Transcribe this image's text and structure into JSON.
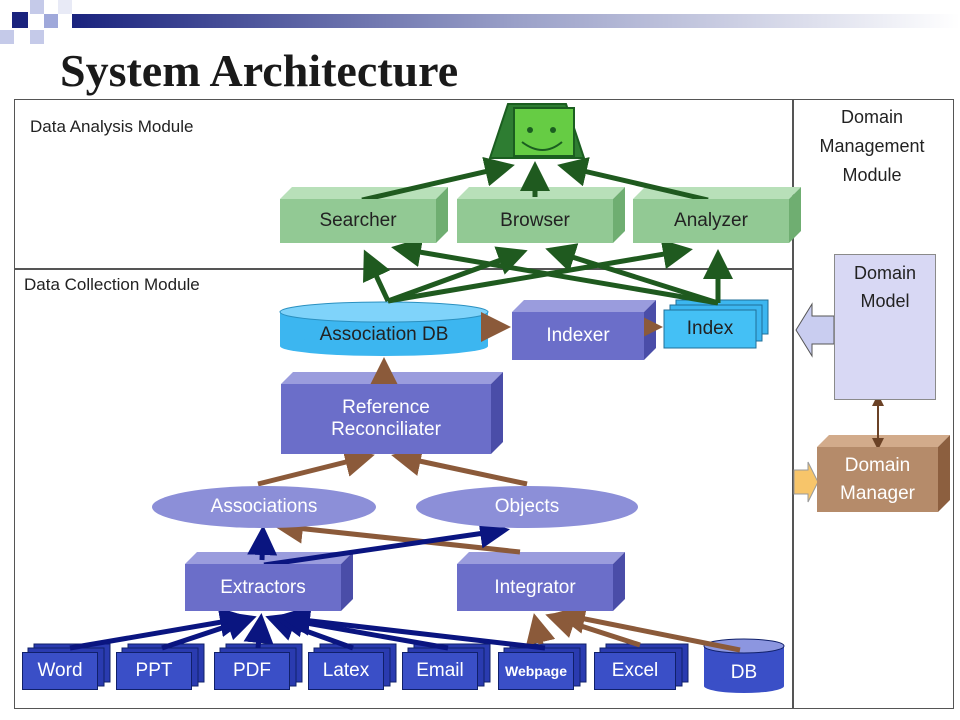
{
  "slide": {
    "title": "System Architecture"
  },
  "modules": {
    "analysis": "Data Analysis Module",
    "collection": "Data Collection Module",
    "domain_line1": "Domain",
    "domain_line2": "Management",
    "domain_line3": "Module"
  },
  "analysis_tools": {
    "searcher": "Searcher",
    "browser": "Browser",
    "analyzer": "Analyzer"
  },
  "collection": {
    "association_db": "Association DB",
    "indexer": "Indexer",
    "index": "Index",
    "reconciler_line1": "Reference",
    "reconciler_line2": "Reconciliater",
    "associations": "Associations",
    "objects": "Objects",
    "extractors": "Extractors",
    "integrator": "Integrator"
  },
  "sources": {
    "word": "Word",
    "ppt": "PPT",
    "pdf": "PDF",
    "latex": "Latex",
    "email": "Email",
    "webpage": "Webpage",
    "excel": "Excel",
    "db": "DB"
  },
  "domain": {
    "model_line1": "Domain",
    "model_line2": "Model",
    "manager_line1": "Domain",
    "manager_line2": "Manager"
  },
  "colors": {
    "green_arrow": "#1f5a1f",
    "brown_arrow": "#8b5a3a",
    "navy_arrow": "#0a1580",
    "purple_box": "#6b6ec9",
    "blue_doc": "#3a4fc7",
    "green_box": "#92c994"
  }
}
